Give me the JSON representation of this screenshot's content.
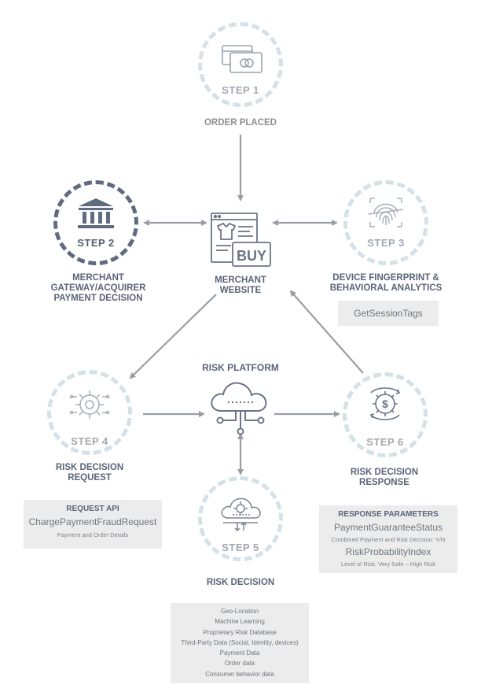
{
  "steps": [
    {
      "label": "STEP 1",
      "caption": "ORDER PLACED"
    },
    {
      "label": "STEP 2",
      "caption_lines": [
        "MERCHANT",
        "GATEWAY/ACQUIRER",
        "PAYMENT DECISION"
      ]
    },
    {
      "label": "STEP 3",
      "caption_lines": [
        "DEVICE FINGERPRINT &",
        "BEHAVIORAL ANALYTICS"
      ]
    },
    {
      "label": "STEP 4",
      "caption_lines": [
        "RISK DECISION",
        "REQUEST"
      ]
    },
    {
      "label": "STEP 5",
      "caption": "RISK DECISION"
    },
    {
      "label": "STEP 6",
      "caption_lines": [
        "RISK DECISION",
        "RESPONSE"
      ]
    }
  ],
  "merchant": {
    "icon_text": "BUY",
    "caption_lines": [
      "MERCHANT",
      "WEBSITE"
    ]
  },
  "risk_platform": {
    "title": "RISK PLATFORM"
  },
  "session_tags": {
    "text": "GetSessionTags"
  },
  "request_api": {
    "header": "REQUEST API",
    "call": "ChargePaymentFraudRequest",
    "detail": "Payment and Order Details"
  },
  "response_params": {
    "header": "RESPONSE PARAMETERS",
    "param1": "PaymentGuaranteeStatus",
    "param1_detail": "Combined Payment and Risk Decision: Y/N",
    "param2": "RiskProbabilityIndex",
    "param2_detail": "Level of Risk: Very Safe – High Risk"
  },
  "data_sources": [
    "Geo-Location",
    "Machine Learning",
    "Proprietary Risk Database",
    "Third-Party Data (Social, Identity, devices)",
    "Payment Data",
    "Order data",
    "Consumer behavior data"
  ],
  "icons": {
    "step1": "credit-cards-icon",
    "step2": "bank-icon",
    "step3": "fingerprint-icon",
    "step4": "gear-circuit-icon",
    "step5": "cloud-gear-icon",
    "step6": "dollar-gear-icon",
    "merchant": "shop-buy-icon",
    "platform": "cloud-network-icon"
  },
  "colors": {
    "ring_light": "#d3e1e8",
    "ring_dark": "#5f6b7e",
    "icon": "#6b7486",
    "arrow": "#9a9ea4",
    "box": "#ececec"
  }
}
